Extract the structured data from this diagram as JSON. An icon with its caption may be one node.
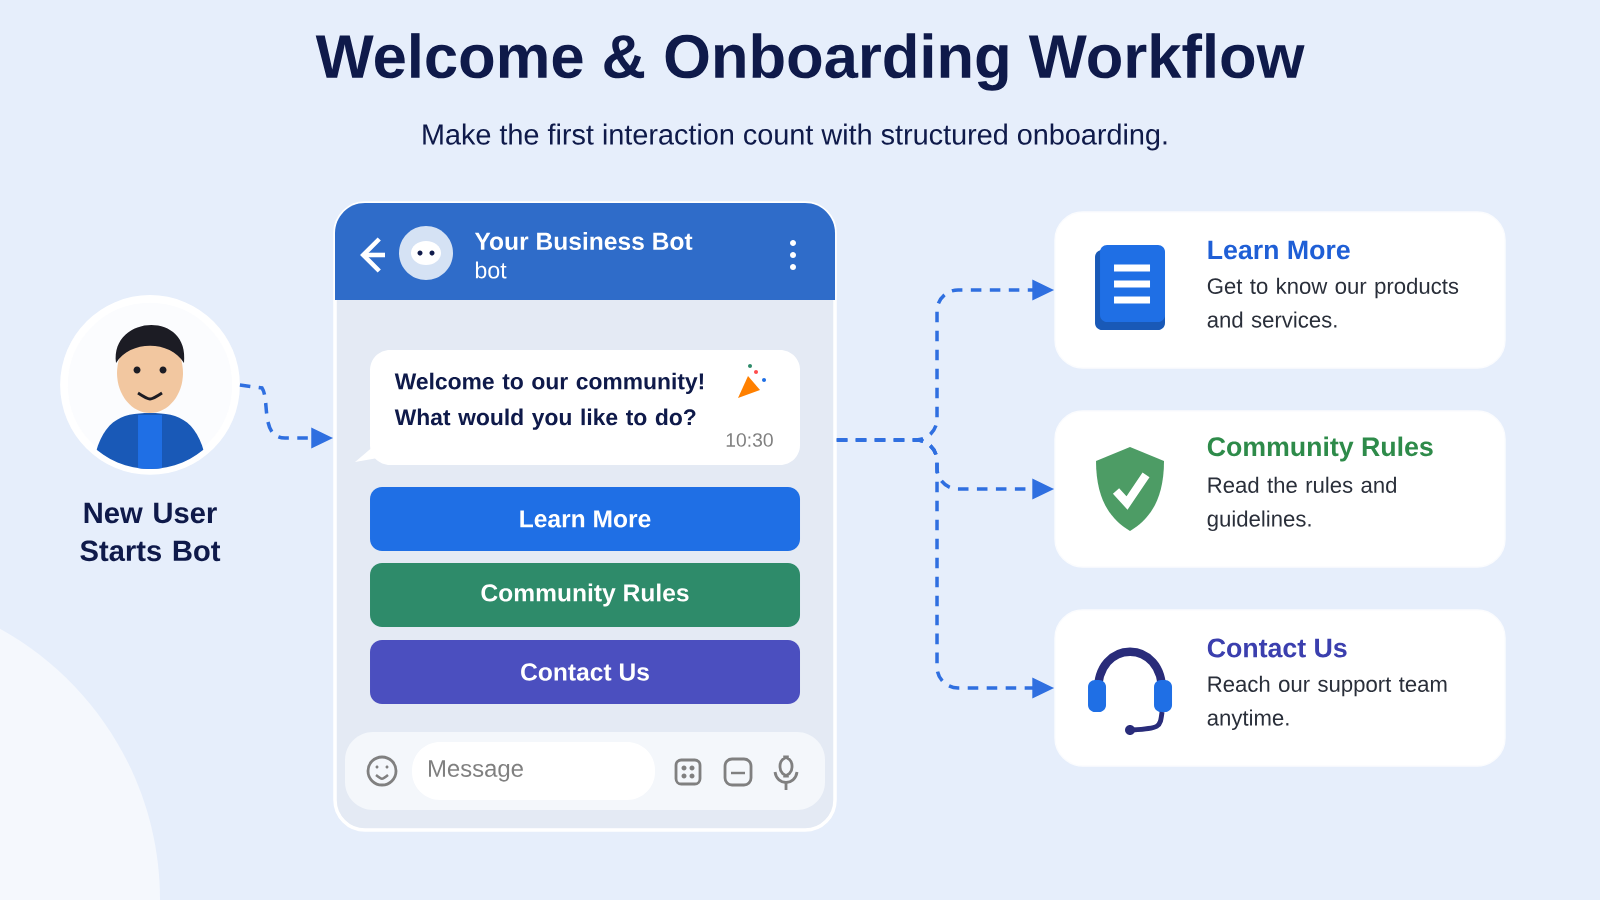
{
  "diagram": {
    "title": "Welcome & Onboarding Workflow",
    "nodes": [
      {
        "text": [],
        "shape": "person",
        "beside": [
          "New User Starts Bot"
        ]
      },
      {
        "text": [
          "Your Business Bot",
          "bot"
        ]
      },
      {
        "text": [
          "Welcome to our community! What would you like to do?",
          "10:30"
        ],
        "in": 1
      },
      {
        "text": [
          "Learn More"
        ],
        "in": 1
      },
      {
        "text": [
          "Community Rules"
        ],
        "in": 1
      },
      {
        "text": [
          "Contact Us"
        ],
        "in": 1
      },
      {
        "text": [
          "Message"
        ],
        "in": 1
      },
      {
        "text": [
          "Learn More",
          "Get to know our products and services."
        ]
      },
      {
        "text": [
          "Community Rules",
          "Read the rules and guidelines."
        ]
      },
      {
        "text": [
          "Contact Us",
          "Reach our support team anytime."
        ]
      }
    ],
    "edges": [
      {
        "from": 0,
        "to": 1,
        "arrow": "to",
        "style": "dashed"
      },
      {
        "from": 1,
        "to": 7,
        "arrow": "to",
        "style": "dashed"
      },
      {
        "from": 1,
        "to": 8,
        "arrow": "to",
        "style": "dashed"
      },
      {
        "from": 1,
        "to": 9,
        "arrow": "to",
        "style": "dashed"
      }
    ],
    "labels": [
      "Make the first interaction count with structured onboarding."
    ]
  }
}
